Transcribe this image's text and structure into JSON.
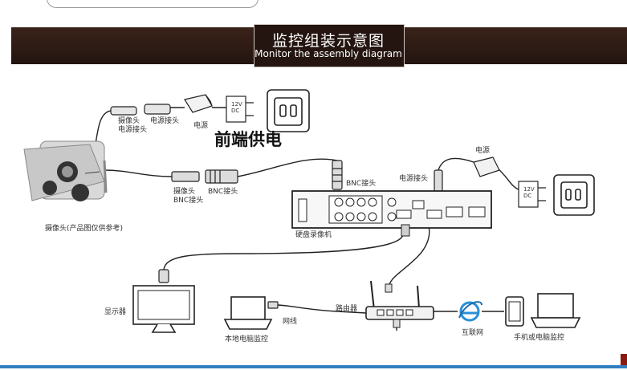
{
  "header": {
    "title": "监控组装示意图",
    "subtitle": "Monitor the assembly diagram"
  },
  "front_power_heading": "前端供电",
  "labels": {
    "camera_power_connector": "摄像头\n电源接头",
    "power_connector": "电源接头",
    "power_adapter_top": "电源",
    "adapter_rating_top": "12V\nDC",
    "camera_bnc": "摄像头\nBNC接头",
    "bnc_connector_cam": "BNC接头",
    "camera_caption": "摄像头(产品图仅供参考)",
    "bnc_connector_dvr": "BNC接头",
    "dvr_power_connector": "电源接头",
    "power_adapter_right": "电源",
    "adapter_rating_right": "12V\nDC",
    "dvr": "硬盘录像机",
    "monitor": "显示器",
    "local_pc": "本地电脑监控",
    "network_cable": "网线",
    "router": "路由器",
    "internet": "互联网",
    "remote_devices": "手机或电脑监控"
  }
}
